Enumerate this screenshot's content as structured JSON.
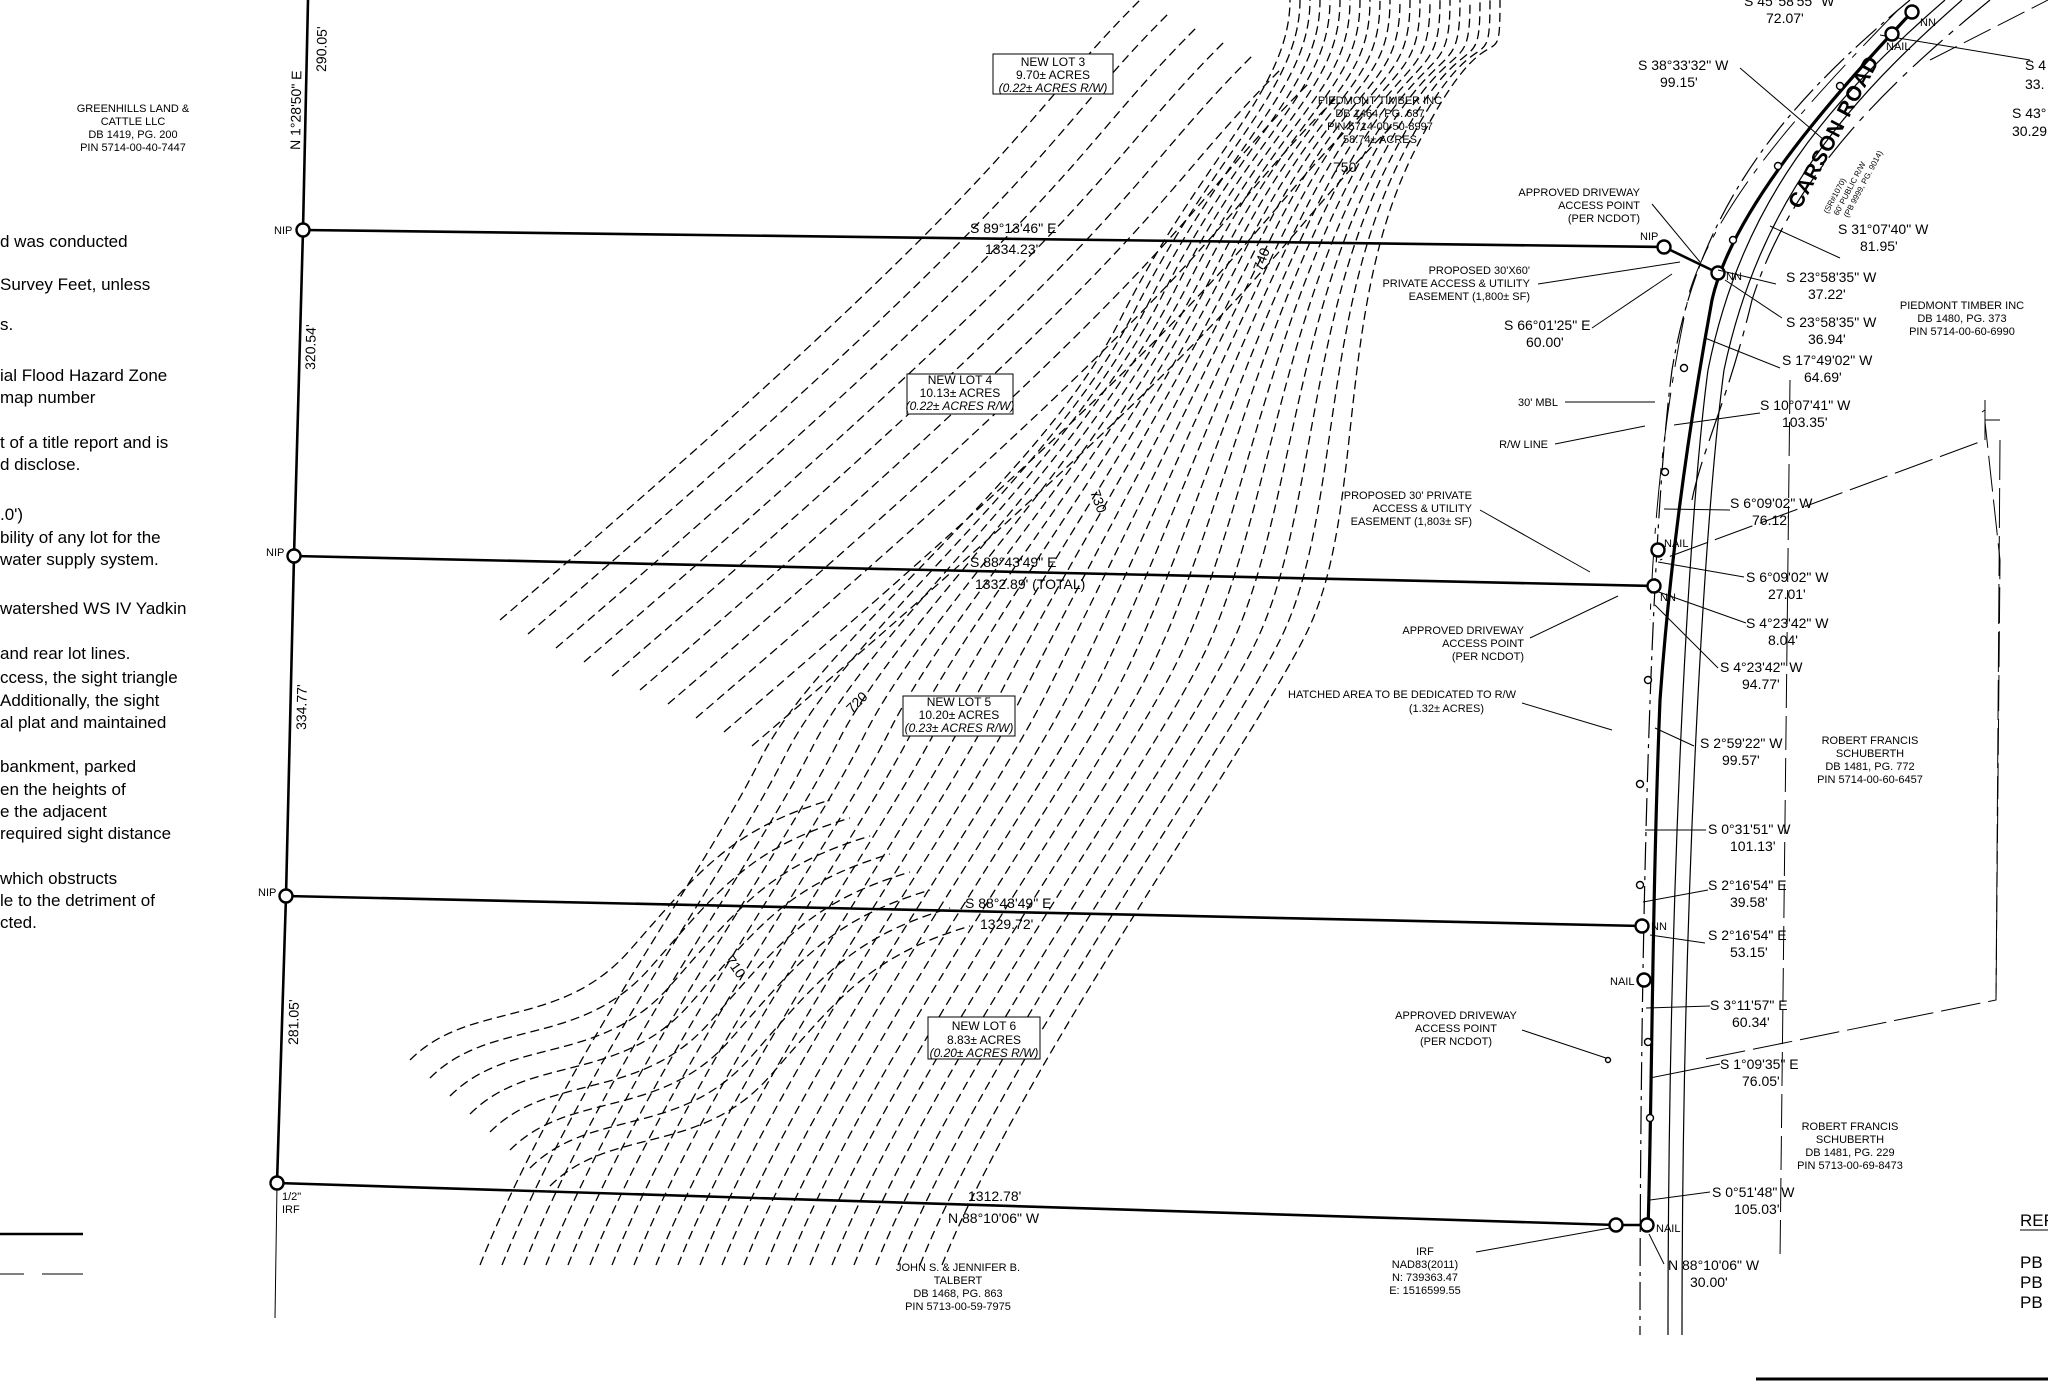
{
  "colors": {
    "line": "#000000",
    "background": "#ffffff"
  },
  "owners": {
    "greenhills": [
      "GREENHILLS LAND &",
      "CATTLE LLC",
      "DB 1419, PG. 200",
      "PIN 5714-00-40-7447"
    ],
    "piedmont_687": [
      "PIEDMONT TIMBER INC",
      "DB 1464, PG. 687",
      "PIN 5714-00-50-8997",
      "58.74± ACRES"
    ],
    "piedmont_373": [
      "PIEDMONT TIMBER INC",
      "DB 1480, PG. 373",
      "PIN 5714-00-60-6990"
    ],
    "schuberth_772": [
      "ROBERT FRANCIS",
      "SCHUBERTH",
      "DB 1481, PG. 772",
      "PIN 5714-00-60-6457"
    ],
    "schuberth_229": [
      "ROBERT FRANCIS",
      "SCHUBERTH",
      "DB 1481, PG. 229",
      "PIN 5713-00-69-8473"
    ],
    "talbert": [
      "JOHN S. & JENNIFER B.",
      "TALBERT",
      "DB 1468, PG. 863",
      "PIN 5713-00-59-7975"
    ]
  },
  "lots": {
    "lot3": [
      "NEW LOT 3",
      "9.70± ACRES",
      "(0.22± ACRES R/W)"
    ],
    "lot4": [
      "NEW LOT 4",
      "10.13± ACRES",
      "(0.22± ACRES R/W)"
    ],
    "lot5": [
      "NEW LOT 5",
      "10.20± ACRES",
      "(0.23± ACRES R/W)"
    ],
    "lot6": [
      "NEW LOT 6",
      "8.83± ACRES",
      "(0.20± ACRES R/W)"
    ]
  },
  "road": {
    "name": "CARSON ROAD",
    "sub": [
      "(SR#1070)",
      "60' PUBLIC R/W",
      "(PB 9999, PG. 9014)"
    ]
  },
  "west_line": {
    "top": [
      "N 1°28'50\" E",
      "290.05'"
    ],
    "seg2": "320.54'",
    "seg3": "334.77'",
    "seg4": "281.05'"
  },
  "lot_lines": {
    "l1": [
      "S 89°13'46\" E",
      "1334.23'"
    ],
    "l2": [
      "S 88°43'49\" E",
      "1332.89' (TOTAL)"
    ],
    "l3": [
      "S 88°43'49\" E",
      "1329.72'"
    ],
    "l4": [
      "1312.78'",
      "N 88°10'06\" W"
    ]
  },
  "calls": [
    [
      "S 45°58'55\" W",
      "72.07'"
    ],
    [
      "S 38°33'32\" W",
      "99.15'"
    ],
    [
      "S 31°07'40\" W",
      "81.95'"
    ],
    [
      "S 23°58'35\" W",
      "37.22'"
    ],
    [
      "S 23°58'35\" W",
      "36.94'"
    ],
    [
      "S 17°49'02\" W",
      "64.69'"
    ],
    [
      "S 10°07'41\" W",
      "103.35'"
    ],
    [
      "S 6°09'02\" W",
      "76.12'"
    ],
    [
      "S 6°09'02\" W",
      "27.01'"
    ],
    [
      "S 4°23'42\" W",
      "8.04'"
    ],
    [
      "S 4°23'42\" W",
      "94.77'"
    ],
    [
      "S 2°59'22\" W",
      "99.57'"
    ],
    [
      "S 0°31'51\" W",
      "101.13'"
    ],
    [
      "S 2°16'54\" E",
      "39.58'"
    ],
    [
      "S 2°16'54\" E",
      "53.15'"
    ],
    [
      "S 3°11'57\" E",
      "60.34'"
    ],
    [
      "S 1°09'35\" E",
      "76.05'"
    ],
    [
      "S 0°51'48\" W",
      "105.03'"
    ],
    [
      "N 88°10'06\" W",
      "30.00'"
    ],
    [
      "S 66°01'25\" E",
      "60.00'"
    ]
  ],
  "right_edge": [
    [
      "S 4",
      "33."
    ],
    [
      "S 43°",
      "30.29"
    ]
  ],
  "callouts": {
    "driveway1": [
      "APPROVED DRIVEWAY",
      "ACCESS POINT",
      "(PER NCDOT)"
    ],
    "easement60": [
      "PROPOSED 30'X60'",
      "PRIVATE ACCESS & UTILITY",
      "EASEMENT (1,800± SF)"
    ],
    "mbl": "30' MBL",
    "rw_line": "R/W LINE",
    "easement30": [
      "PROPOSED 30' PRIVATE",
      "ACCESS & UTILITY",
      "EASEMENT (1,803± SF)"
    ],
    "driveway2": [
      "APPROVED DRIVEWAY",
      "ACCESS POINT",
      "(PER NCDOT)"
    ],
    "hatched": [
      "HATCHED AREA TO BE DEDICATED TO R/W",
      "(1.32± ACRES)"
    ],
    "driveway3": [
      "APPROVED DRIVEWAY",
      "ACCESS POINT",
      "(PER NCDOT)"
    ],
    "irf_coord": [
      "IRF",
      "NAD83(2011)",
      "N: 739363.47",
      "E: 1516599.55"
    ]
  },
  "monuments": {
    "nip": "NIP",
    "nn": "NN",
    "nail": "NAIL",
    "irf_half": [
      "1/2\"",
      "IRF"
    ]
  },
  "contours": [
    "750",
    "740",
    "730",
    "720",
    "710"
  ],
  "notes": [
    "d was conducted",
    " Survey Feet, unless",
    "s.",
    "ial Flood Hazard Zone",
    "map number",
    "t of a title report and is",
    "d disclose.",
    ".0')",
    "bility of any lot for the",
    "water supply system.",
    "watershed WS IV Yadkin",
    "and rear lot lines.",
    "ccess, the sight triangle",
    "Additionally, the sight",
    "al plat and maintained",
    "bankment, parked",
    "en the heights of",
    "e the adjacent",
    "required sight distance",
    "which obstructs",
    "le to the detriment of",
    "cted."
  ],
  "references": {
    "title": "REFE",
    "items": [
      "PB 9",
      "PB 9",
      "PB 9"
    ]
  }
}
